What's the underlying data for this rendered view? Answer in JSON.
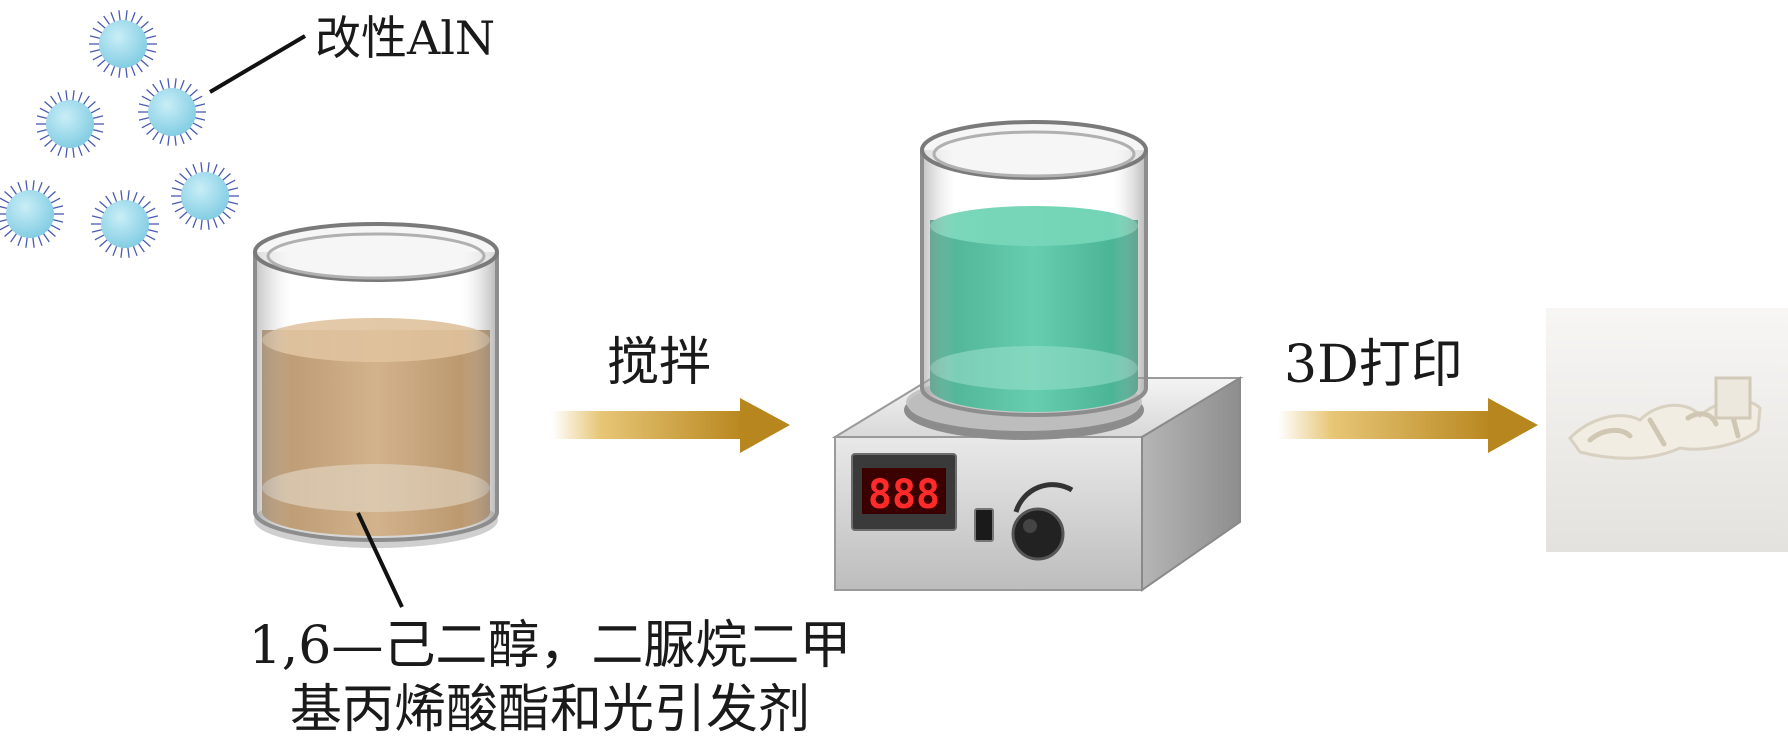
{
  "labels": {
    "modified_aln": "改性AlN",
    "stir_step": "搅拌",
    "print_step": "3D打印",
    "mixture_line1": "1,6—己二醇，二脲烷二甲",
    "mixture_line2": "基丙烯酸酯和光引发剂"
  },
  "stirrer_display": "888",
  "colors": {
    "particle": "#8fd3e6",
    "brown_liquid": "#c49a66",
    "green_liquid": "#33b58f",
    "arrow_gold": "#c89a2a",
    "display_red": "#e02020"
  }
}
